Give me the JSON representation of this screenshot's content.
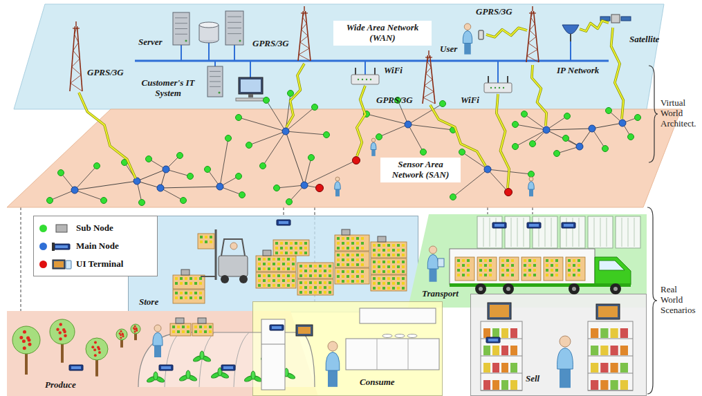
{
  "diagram": {
    "nodes": [
      {
        "text": [
          "Wide Area Network (WAN)"
        ]
      },
      {
        "text": [
          "Sensor Area Network (SAN)"
        ]
      },
      {
        "text": [
          "Store"
        ]
      },
      {
        "text": [
          "Transport"
        ]
      },
      {
        "text": [
          "Produce"
        ]
      },
      {
        "text": [
          "Consume"
        ]
      },
      {
        "text": [
          "Sell"
        ]
      }
    ],
    "edges": [
      {
        "from": 1,
        "to": 4,
        "arrow": "none"
      },
      {
        "from": 1,
        "to": 2,
        "arrow": "none"
      },
      {
        "from": 1,
        "to": 5,
        "arrow": "none"
      },
      {
        "from": 1,
        "to": 3,
        "arrow": "none"
      },
      {
        "from": 1,
        "to": 6,
        "arrow": "none"
      }
    ],
    "labels": [
      "Server",
      "Customer's IT System",
      "GPRS/3G",
      "GPRS/3G",
      "GPRS/3G",
      "GPRS/3G",
      "User",
      "Satellite",
      "IP Network",
      "WiFi",
      "WiFi",
      "Virtual World Architect.",
      "Real World Scenarios"
    ],
    "legend": [
      {
        "text": "Sub Node",
        "color": "#33dd33"
      },
      {
        "text": "Main Node",
        "color": "#2f6fd6"
      },
      {
        "text": "UI Terminal",
        "color": "#e01010"
      }
    ]
  }
}
